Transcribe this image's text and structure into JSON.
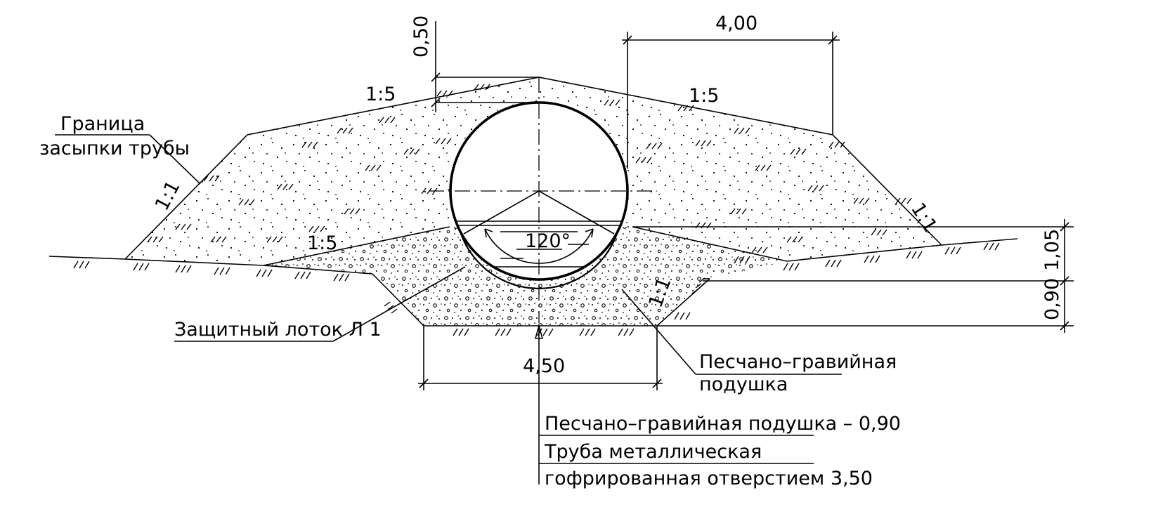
{
  "labels": {
    "backfill_boundary_line1": "Граница",
    "backfill_boundary_line2": "засыпки трубы",
    "protective_tray": "Защитный лоток Л 1",
    "sand_gravel_cushion_line1": "Песчано–гравийная",
    "sand_gravel_cushion_line2": "подушка",
    "spec_line1": "Песчано–гравийная подушка – 0,90",
    "spec_line2": "Труба металлическая",
    "spec_line3": "гофрированная отверстием 3,50"
  },
  "dimensions": {
    "top_cover": "0,50",
    "top_width": "4,00",
    "cushion_height_upper": "1,05",
    "cushion_height_lower": "0,90",
    "base_width": "4,50",
    "angle": "120°"
  },
  "slopes": {
    "top_left": "1:5",
    "top_right": "1:5",
    "side_left": "1:1",
    "side_right": "1:1",
    "cushion_left": "1:5",
    "cushion_side": "1:1"
  },
  "colors": {
    "line": "#000000",
    "background": "#ffffff"
  }
}
